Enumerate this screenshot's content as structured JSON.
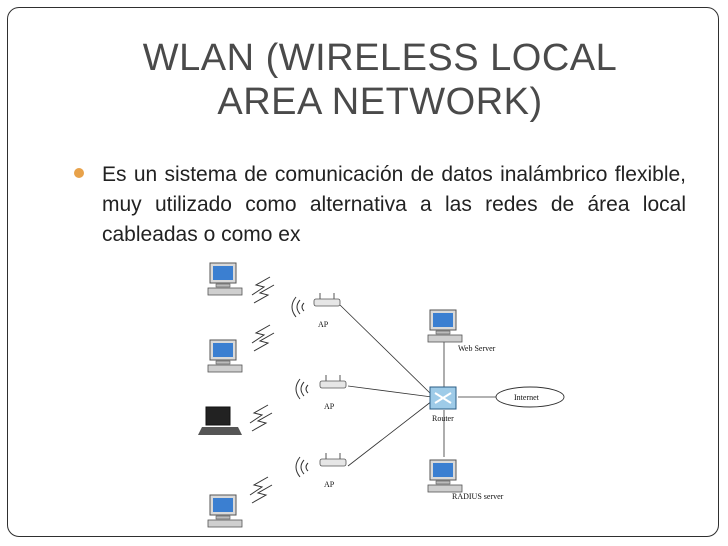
{
  "slide": {
    "title_line1": "WLAN (WIRELESS LOCAL",
    "title_line2": "AREA NETWORK)",
    "bullet": "Es un sistema de comunicación de datos inalámbrico flexible, muy utilizado como alternativa a las redes de área local cableadas o como ex"
  },
  "diagram": {
    "ap_labels": [
      "AP",
      "AP",
      "AP"
    ],
    "web_server_label": "Web Server",
    "router_label": "Router",
    "radius_label": "RADIUS server",
    "internet_label": "Internet"
  },
  "colors": {
    "title": "#4a4a4a",
    "bullet": "#e8a24a",
    "screen": "#3b7fd1"
  }
}
